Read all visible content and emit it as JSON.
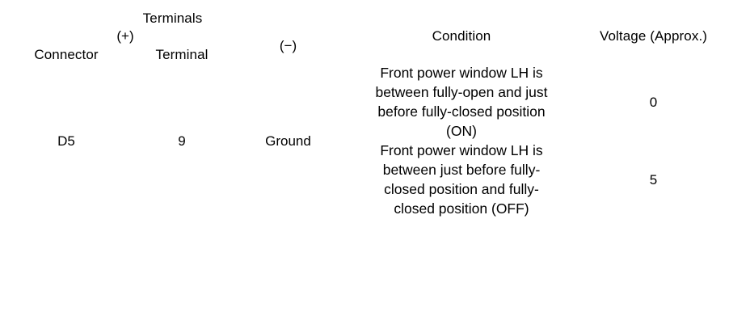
{
  "table": {
    "header": {
      "terminals_label": "Terminals",
      "plus_label": "(+)",
      "minus_label": "(−)",
      "connector_label": "Connector",
      "terminal_label": "Terminal",
      "condition_label": "Condition",
      "voltage_label_line1": "Voltage",
      "voltage_label_line2": "(Approx.)"
    },
    "rows": [
      {
        "connector": "D5",
        "terminal": "9",
        "ground": "Ground",
        "conditions": [
          {
            "lines": [
              "Front power window LH is",
              "between fully-open and just",
              "before fully-closed position",
              "(ON)"
            ],
            "voltage": "0"
          },
          {
            "lines": [
              "Front power window LH is",
              "between just before fully-",
              "closed position and fully-",
              "closed position (OFF)"
            ],
            "voltage": "5"
          }
        ]
      }
    ]
  },
  "style": {
    "rule_color": "#000000",
    "text_color": "#000000",
    "background": "#ffffff"
  }
}
